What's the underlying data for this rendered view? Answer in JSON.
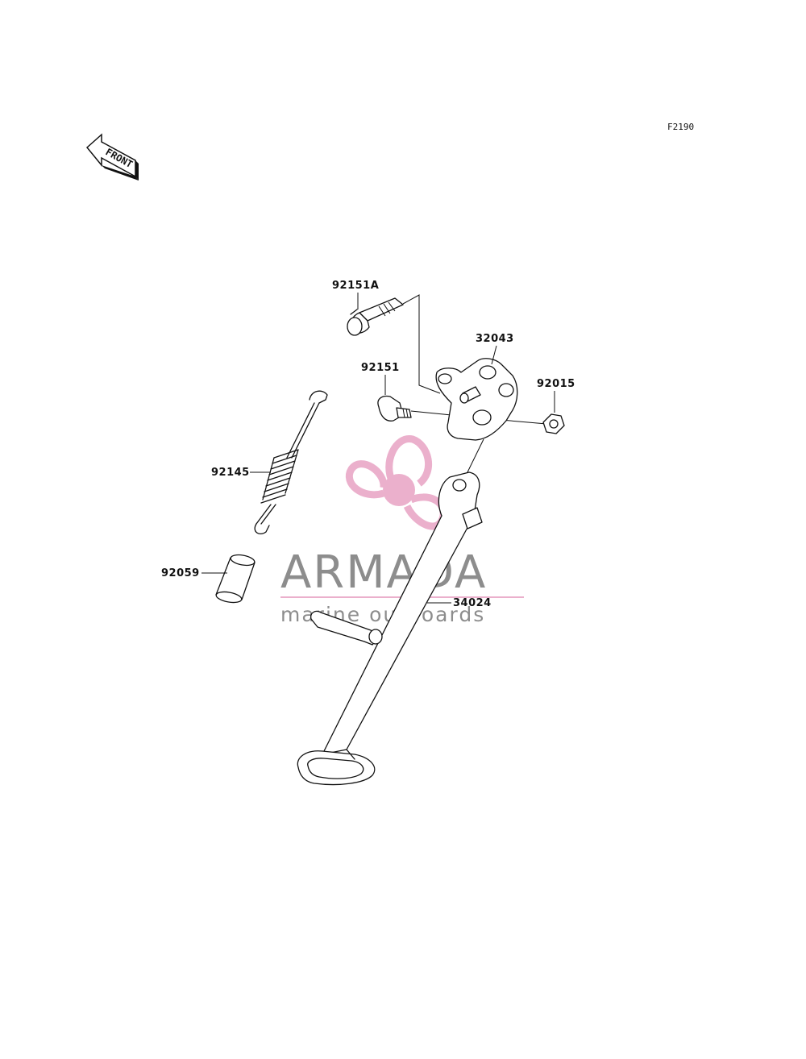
{
  "figure_code": "F2190",
  "front_label": "FRONT",
  "parts": [
    {
      "number": "92151A",
      "description_icon": "flange-bolt-icon"
    },
    {
      "number": "32043",
      "description_icon": "bracket-icon"
    },
    {
      "number": "92151",
      "description_icon": "pivot-bolt-icon"
    },
    {
      "number": "92015",
      "description_icon": "hex-nut-icon"
    },
    {
      "number": "92145",
      "description_icon": "spring-icon"
    },
    {
      "number": "92059",
      "description_icon": "collar-icon"
    },
    {
      "number": "34024",
      "description_icon": "side-stand-icon"
    }
  ],
  "watermark": {
    "title": "ARMADA",
    "subtitle": "marine outboards",
    "accent_color": "#e8a3c4",
    "text_color": "#7a7a7a"
  }
}
